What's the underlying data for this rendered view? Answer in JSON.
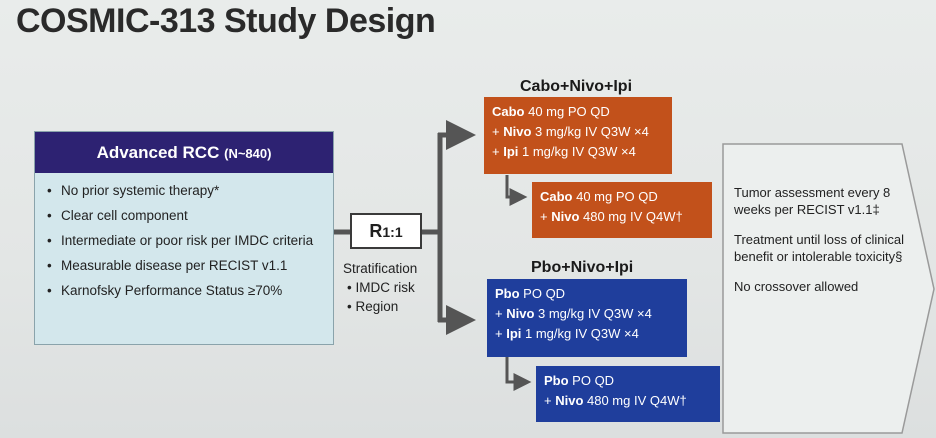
{
  "slide": {
    "title": "COSMIC-313 Study Design"
  },
  "population": {
    "header_main": "Advanced RCC",
    "header_n": "(N~840)",
    "criteria": [
      "No prior systemic therapy*",
      "Clear cell component",
      "Intermediate or poor risk per IMDC criteria",
      "Measurable disease per RECIST v1.1",
      "Karnofsky Performance Status ≥70%"
    ]
  },
  "randomization": {
    "r_label": "R",
    "ratio": "1:1",
    "stratification_title": "Stratification",
    "factors": [
      "• IMDC risk",
      "• Region"
    ]
  },
  "arms": {
    "experimental": {
      "label": "Cabo+Nivo+Ipi",
      "induction": [
        {
          "drug": "Cabo",
          "dose": " 40 mg PO QD",
          "prefix": ""
        },
        {
          "drug": "Nivo",
          "dose": " 3 mg/kg IV Q3W ×4",
          "prefix": "+ "
        },
        {
          "drug": "Ipi",
          "dose": " 1 mg/kg IV Q3W ×4",
          "prefix": "+ "
        }
      ],
      "maintenance": [
        {
          "drug": "Cabo",
          "dose": " 40 mg PO QD",
          "prefix": ""
        },
        {
          "drug": "Nivo",
          "dose": " 480 mg IV Q4W†",
          "prefix": "+ "
        }
      ]
    },
    "control": {
      "label": "Pbo+Nivo+Ipi",
      "induction": [
        {
          "drug": "Pbo",
          "dose": " PO QD",
          "prefix": ""
        },
        {
          "drug": "Nivo",
          "dose": " 3 mg/kg IV Q3W ×4",
          "prefix": "+ "
        },
        {
          "drug": "Ipi",
          "dose": " 1 mg/kg IV Q3W ×4",
          "prefix": "+ "
        }
      ],
      "maintenance": [
        {
          "drug": "Pbo",
          "dose": " PO QD",
          "prefix": ""
        },
        {
          "drug": "Nivo",
          "dose": " 480 mg IV Q4W†",
          "prefix": "+ "
        }
      ]
    }
  },
  "assessment": {
    "lines": [
      "Tumor assessment every 8 weeks per RECIST v1.1‡",
      "Treatment until loss of clinical benefit or intolerable toxicity§",
      "No crossover allowed"
    ]
  },
  "colors": {
    "header_navy": "#2d2272",
    "population_bg": "#d3e7ec",
    "experimental_orange": "#c2511b",
    "control_blue": "#1f3e9c",
    "arrow_gray": "#555555"
  }
}
